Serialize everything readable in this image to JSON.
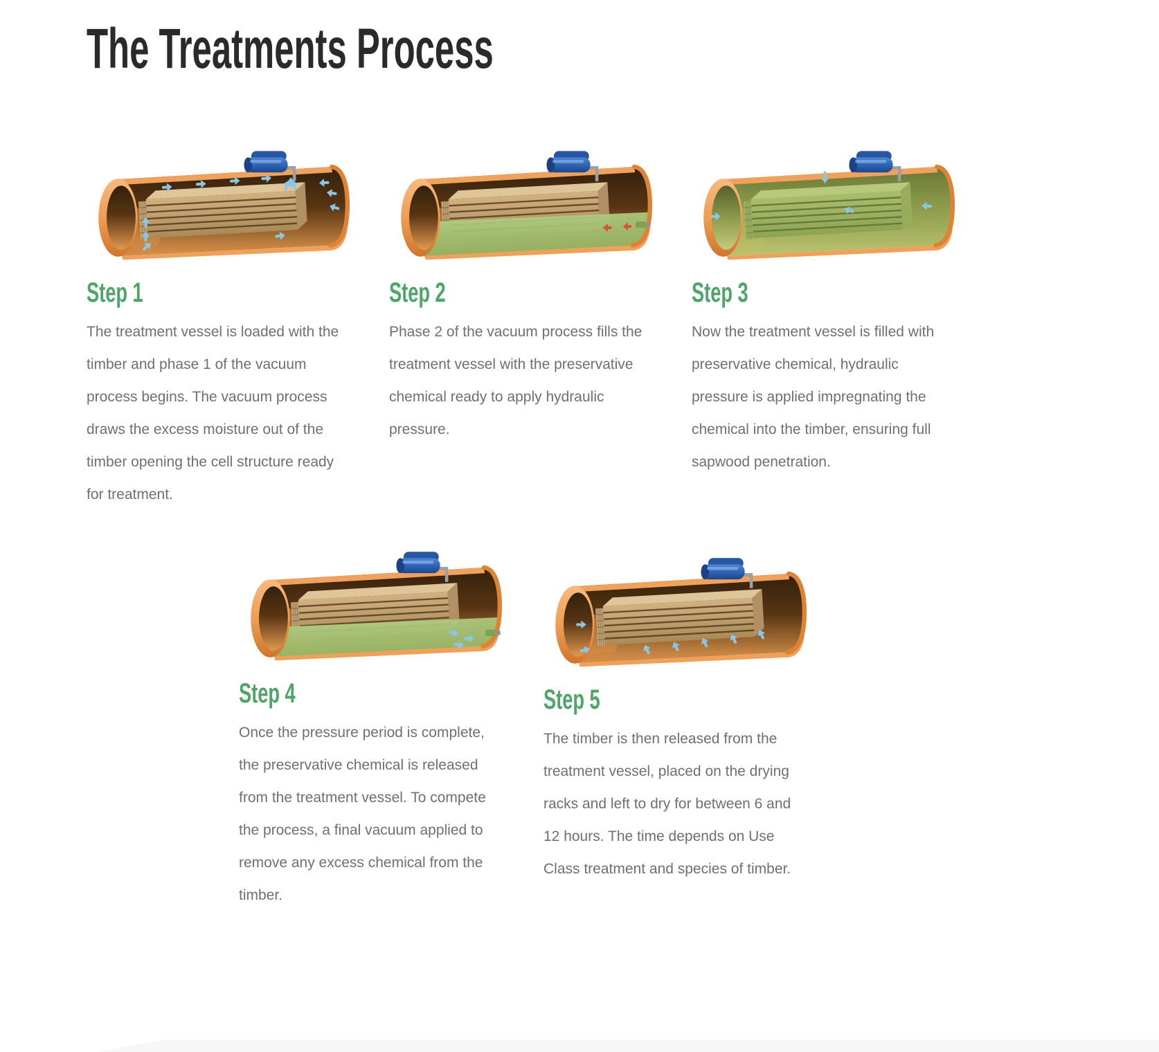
{
  "page": {
    "title": "The Treatments Process"
  },
  "theme": {
    "accent_green": "#4DA567",
    "body_text_gray": "#6F6F6F",
    "title_color": "#2A2A2A",
    "vessel_shell_orange": "#EF9E54",
    "vessel_interior_brown": "#573413",
    "preservative_green": "#8CA452",
    "pump_blue": "#2E62B1",
    "arrow_blue": "#8BC7E5",
    "arrow_red": "#D65240",
    "timber_tan": "#C8A571",
    "bottom_band_gray": "#F7F7F8"
  },
  "steps": [
    {
      "label": "Step 1",
      "illustration": "vessel-vacuum-phase-1",
      "description": "The treatment vessel is loaded with the timber and phase 1 of the vacuum process begins. The vacuum process draws the excess moisture out of the timber opening the cell structure ready for treatment."
    },
    {
      "label": "Step 2",
      "illustration": "vessel-fill-chemical",
      "description": "Phase 2 of the vacuum process fills the treatment vessel with the preservative chemical ready to apply hydraulic pressure."
    },
    {
      "label": "Step 3",
      "illustration": "vessel-hydraulic-pressure",
      "description": "Now the treatment vessel is filled with preservative chemical, hydraulic pressure is applied impregnating the chemical into the timber, ensuring full sapwood penetration."
    },
    {
      "label": "Step 4",
      "illustration": "vessel-release-chemical",
      "description": "Once the pressure period is complete, the preservative chemical is released from the treatment vessel. To compete the process, a final vacuum applied to remove any excess chemical from the timber."
    },
    {
      "label": "Step 5",
      "illustration": "vessel-final-drying",
      "description": "The timber is then released from the treatment vessel, placed on the drying racks and left to dry for between 6 and 12 hours. The time depends on Use Class treatment and species of timber."
    }
  ]
}
